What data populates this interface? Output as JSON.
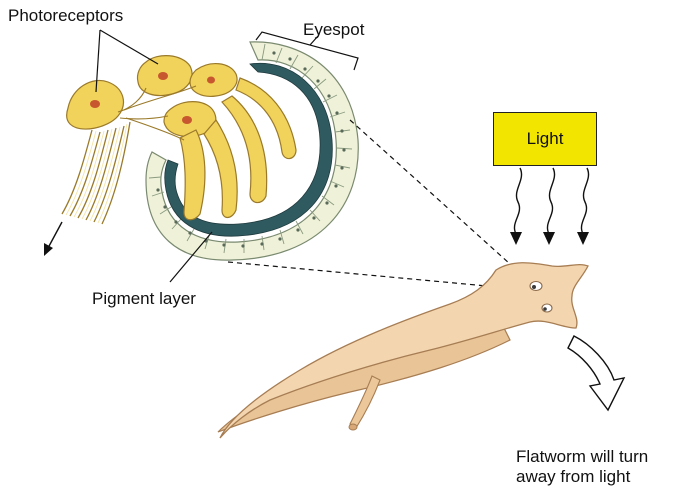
{
  "labels": {
    "photoreceptors": "Photoreceptors",
    "eyespot": "Eyespot",
    "pigment_layer": "Pigment layer",
    "light": "Light",
    "caption_line1": "Flatworm will turn",
    "caption_line2": "away from light"
  },
  "colors": {
    "photoreceptor_fill": "#f1d25a",
    "photoreceptor_stroke": "#9a7a2a",
    "photoreceptor_nucleus": "#c7572e",
    "pigment": "#2f5a5f",
    "eyespot_cells": "#eff2d8",
    "light_box": "#f2e600",
    "flatworm_fill": "#f3d6b0",
    "flatworm_stroke": "#a77d53"
  }
}
